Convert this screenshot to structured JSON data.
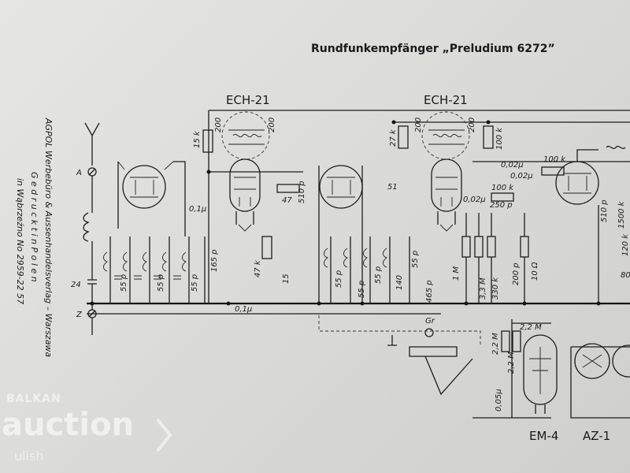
{
  "title": "Rundfunkempfänger „Preludium 6272”",
  "publisher": {
    "line1": "AGPOL Werbebüro & Aussenhandelsverlag – Warszawa",
    "line2": "G e d r u c k t  i n  P o l e n",
    "line3": "in Wąbrzeźno No 2959-22 57"
  },
  "tubes": {
    "t1": "ECH-21",
    "t2": "ECH-21",
    "t3": "EM-4",
    "t4": "AZ-1"
  },
  "terminals": {
    "antenna": "A",
    "ground": "Z",
    "antenna_symbol": "Y"
  },
  "components": {
    "c200a": "200",
    "c200b": "200",
    "c200c": "200",
    "c200d": "200",
    "r15k": "15 k",
    "r27k": "27 k",
    "r100k_a": "100 k",
    "r100k_b": "100 k",
    "r100k_c": "100 k",
    "c002a": "0,02μ",
    "c002b": "0,02μ",
    "c002c": "0,02μ",
    "c510a": "510 p",
    "c510b": "510 p",
    "c51": "51",
    "r47": "47",
    "c01a": "0,1μ",
    "c01b": "0,1μ",
    "r47k": "47 k",
    "c15": "15",
    "c165": "165 p",
    "c55a": "55 p",
    "c55b": "55 p",
    "c55c": "55 p",
    "c55d": "55 p",
    "c55e": "55 p",
    "c55f": "55 p",
    "c55g": "55 p",
    "c140": "140",
    "c465": "465 p",
    "c250": "250 p",
    "r1m": "1 M",
    "r33m": "3,3 M",
    "r330k": "330 k",
    "c200p": "200 p",
    "r10": "10 Ω",
    "r22m_a": "2,2 M",
    "r22m_b": "2,2 M",
    "r22m_c": "2,2 M",
    "c005": "0,05μ",
    "r1500k": "1500 k",
    "r120k": "120 k",
    "r80": "80",
    "c24": "24",
    "gr": "Gr"
  },
  "watermark": {
    "line1": "BALKAN",
    "line2": "auction",
    "line3": "ulish"
  }
}
